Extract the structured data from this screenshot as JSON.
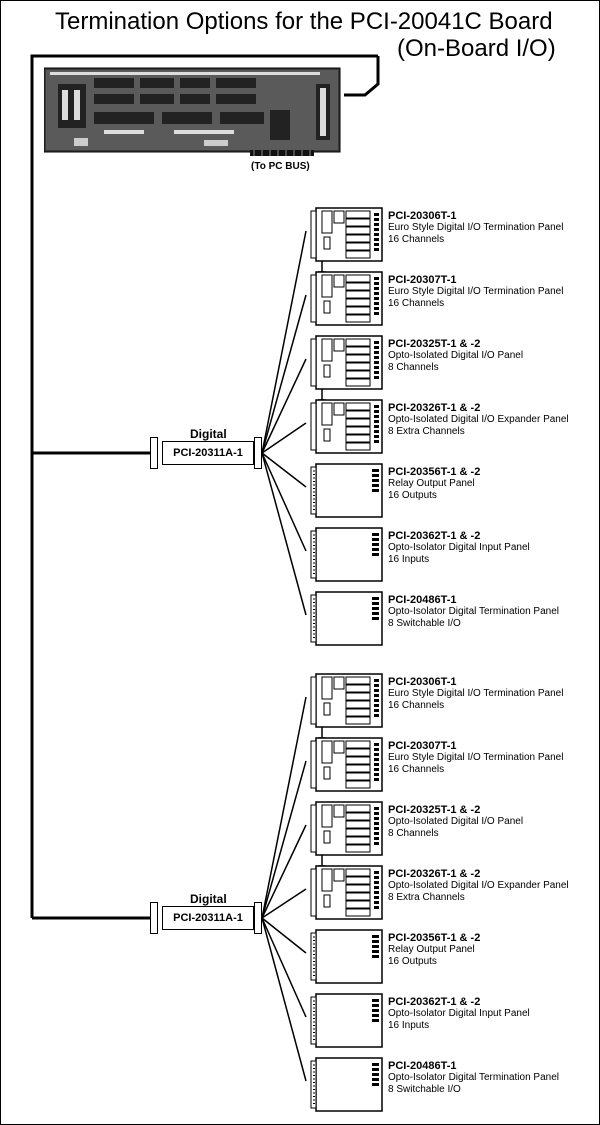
{
  "title": {
    "line1": "Termination Options for the PCI-20041C Board",
    "line2": "(On-Board I/O)"
  },
  "board": {
    "bus_label": "(To PC BUS)"
  },
  "groups": [
    {
      "label": "Digital",
      "cable": "PCI-20311A-1",
      "panels": [
        {
          "part": "PCI-20306T-1",
          "desc": "Euro Style Digital I/O Termination Panel",
          "spec": "16 Channels",
          "style": "euro"
        },
        {
          "part": "PCI-20307T-1",
          "desc": "Euro Style Digital I/O Termination Panel",
          "spec": "16 Channels",
          "style": "euro"
        },
        {
          "part": "PCI-20325T-1 & -2",
          "desc": "Opto-Isolated Digital I/O Panel",
          "spec": "8 Channels",
          "style": "euro"
        },
        {
          "part": "PCI-20326T-1 & -2",
          "desc": "Opto-Isolated Digital I/O Expander Panel",
          "spec": "8 Extra Channels",
          "style": "euro"
        },
        {
          "part": "PCI-20356T-1 & -2",
          "desc": "Relay Output Panel",
          "spec": "16 Outputs",
          "style": "plain"
        },
        {
          "part": "PCI-20362T-1 & -2",
          "desc": "Opto-Isolator Digital Input Panel",
          "spec": "16 Inputs",
          "style": "plain"
        },
        {
          "part": "PCI-20486T-1",
          "desc": "Opto-Isolator Digital Termination Panel",
          "spec": "8 Switchable I/O",
          "style": "plain"
        }
      ]
    },
    {
      "label": "Digital",
      "cable": "PCI-20311A-1",
      "panels": [
        {
          "part": "PCI-20306T-1",
          "desc": "Euro Style Digital I/O Termination Panel",
          "spec": "16 Channels",
          "style": "euro"
        },
        {
          "part": "PCI-20307T-1",
          "desc": "Euro Style Digital I/O Termination Panel",
          "spec": "16 Channels",
          "style": "euro"
        },
        {
          "part": "PCI-20325T-1 & -2",
          "desc": "Opto-Isolated Digital I/O Panel",
          "spec": "8 Channels",
          "style": "euro"
        },
        {
          "part": "PCI-20326T-1 & -2",
          "desc": "Opto-Isolated Digital I/O Expander Panel",
          "spec": "8 Extra Channels",
          "style": "euro"
        },
        {
          "part": "PCI-20356T-1 & -2",
          "desc": "Relay Output Panel",
          "spec": "16 Outputs",
          "style": "plain"
        },
        {
          "part": "PCI-20362T-1 & -2",
          "desc": "Opto-Isolator Digital Input Panel",
          "spec": "16 Inputs",
          "style": "plain"
        },
        {
          "part": "PCI-20486T-1",
          "desc": "Opto-Isolator Digital Termination Panel",
          "spec": "8 Switchable I/O",
          "style": "plain"
        }
      ]
    }
  ]
}
